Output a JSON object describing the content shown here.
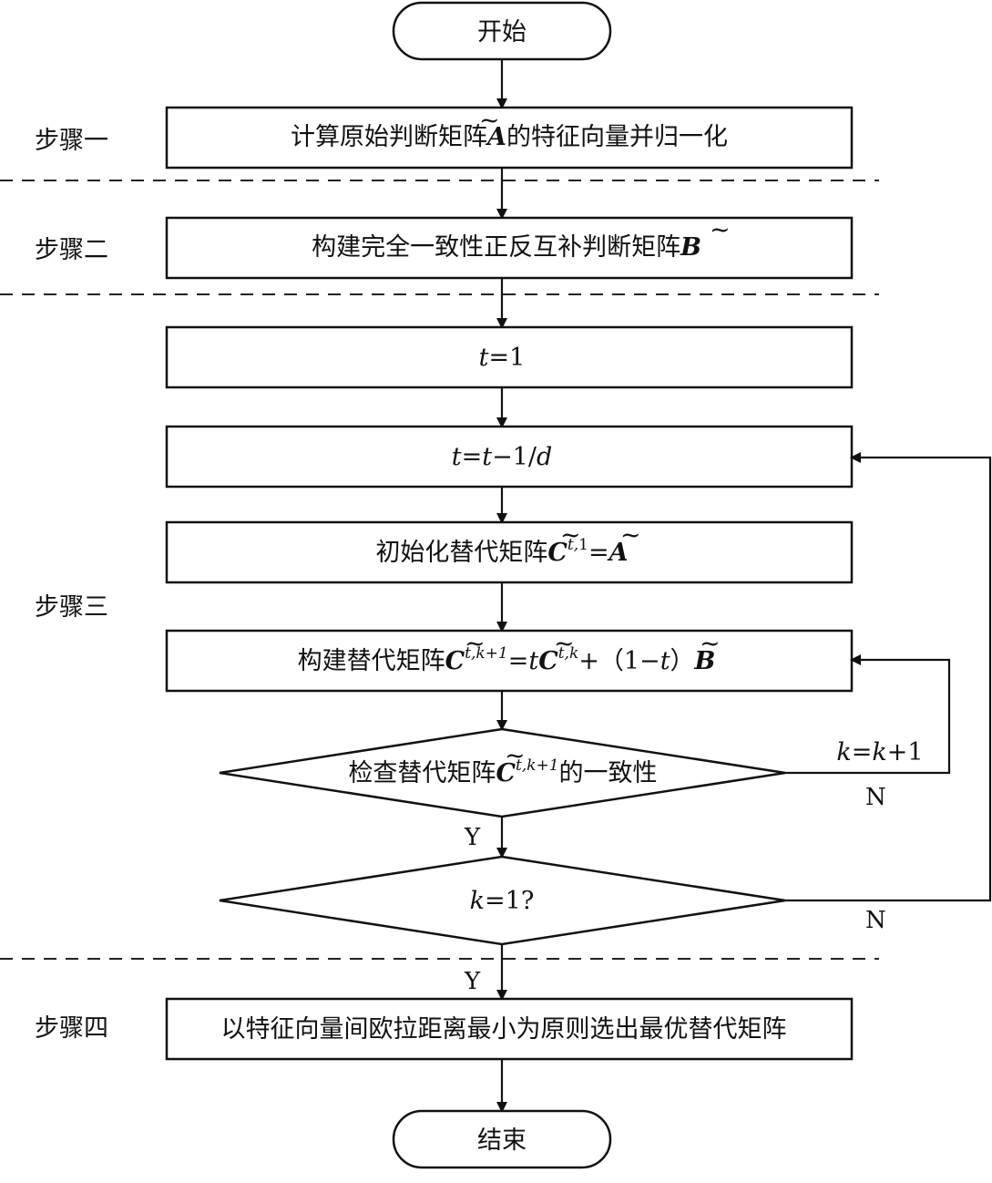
{
  "start_label": "开始",
  "end_label": "结束",
  "steps": {
    "one": "步骤一",
    "two": "步骤二",
    "three": "步骤三",
    "four": "步骤四"
  },
  "boxes": {
    "step1_text": "计算原始判断矩阵",
    "step1_symbol": "A",
    "step1_tail": "的特征向量并归一化",
    "step2_text": "构建完全一致性正反互补判断矩阵",
    "step2_symbol": "B",
    "t_init_var": "t",
    "t_init_rest": "=1",
    "t_update_var1": "t",
    "t_update_eq": "=",
    "t_update_var2": "t",
    "t_update_rest": "−1/",
    "t_update_var3": "d",
    "init_text": "初始化替代矩阵",
    "init_C": "C",
    "init_sup": "t,",
    "init_sup2": "1",
    "init_eq": "=",
    "init_A": "A",
    "build_text": "构建替代矩阵",
    "build_C": "C",
    "build_sup": "t,k+1",
    "build_eq": "=",
    "build_t": "t",
    "build_C2": "C",
    "build_sup2": "t,k",
    "build_plus": "+（1−",
    "build_t2": "t",
    "build_close": "）",
    "build_B": "B",
    "step4_text": "以特征向量间欧拉距离最小为原则选出最优替代矩阵"
  },
  "decisions": {
    "check_text": "检查替代矩阵",
    "check_C": "C",
    "check_sup": "t,k+1",
    "check_tail": "的一致性",
    "k_var": "k",
    "k_rest": "=1?"
  },
  "loop_labels": {
    "k_update_var1": "k",
    "k_update_eq": "=",
    "k_update_var2": "k",
    "k_update_rest": "+1",
    "no1": "N",
    "no2": "N",
    "yes1": "Y",
    "yes2": "Y"
  },
  "tilde": "~"
}
